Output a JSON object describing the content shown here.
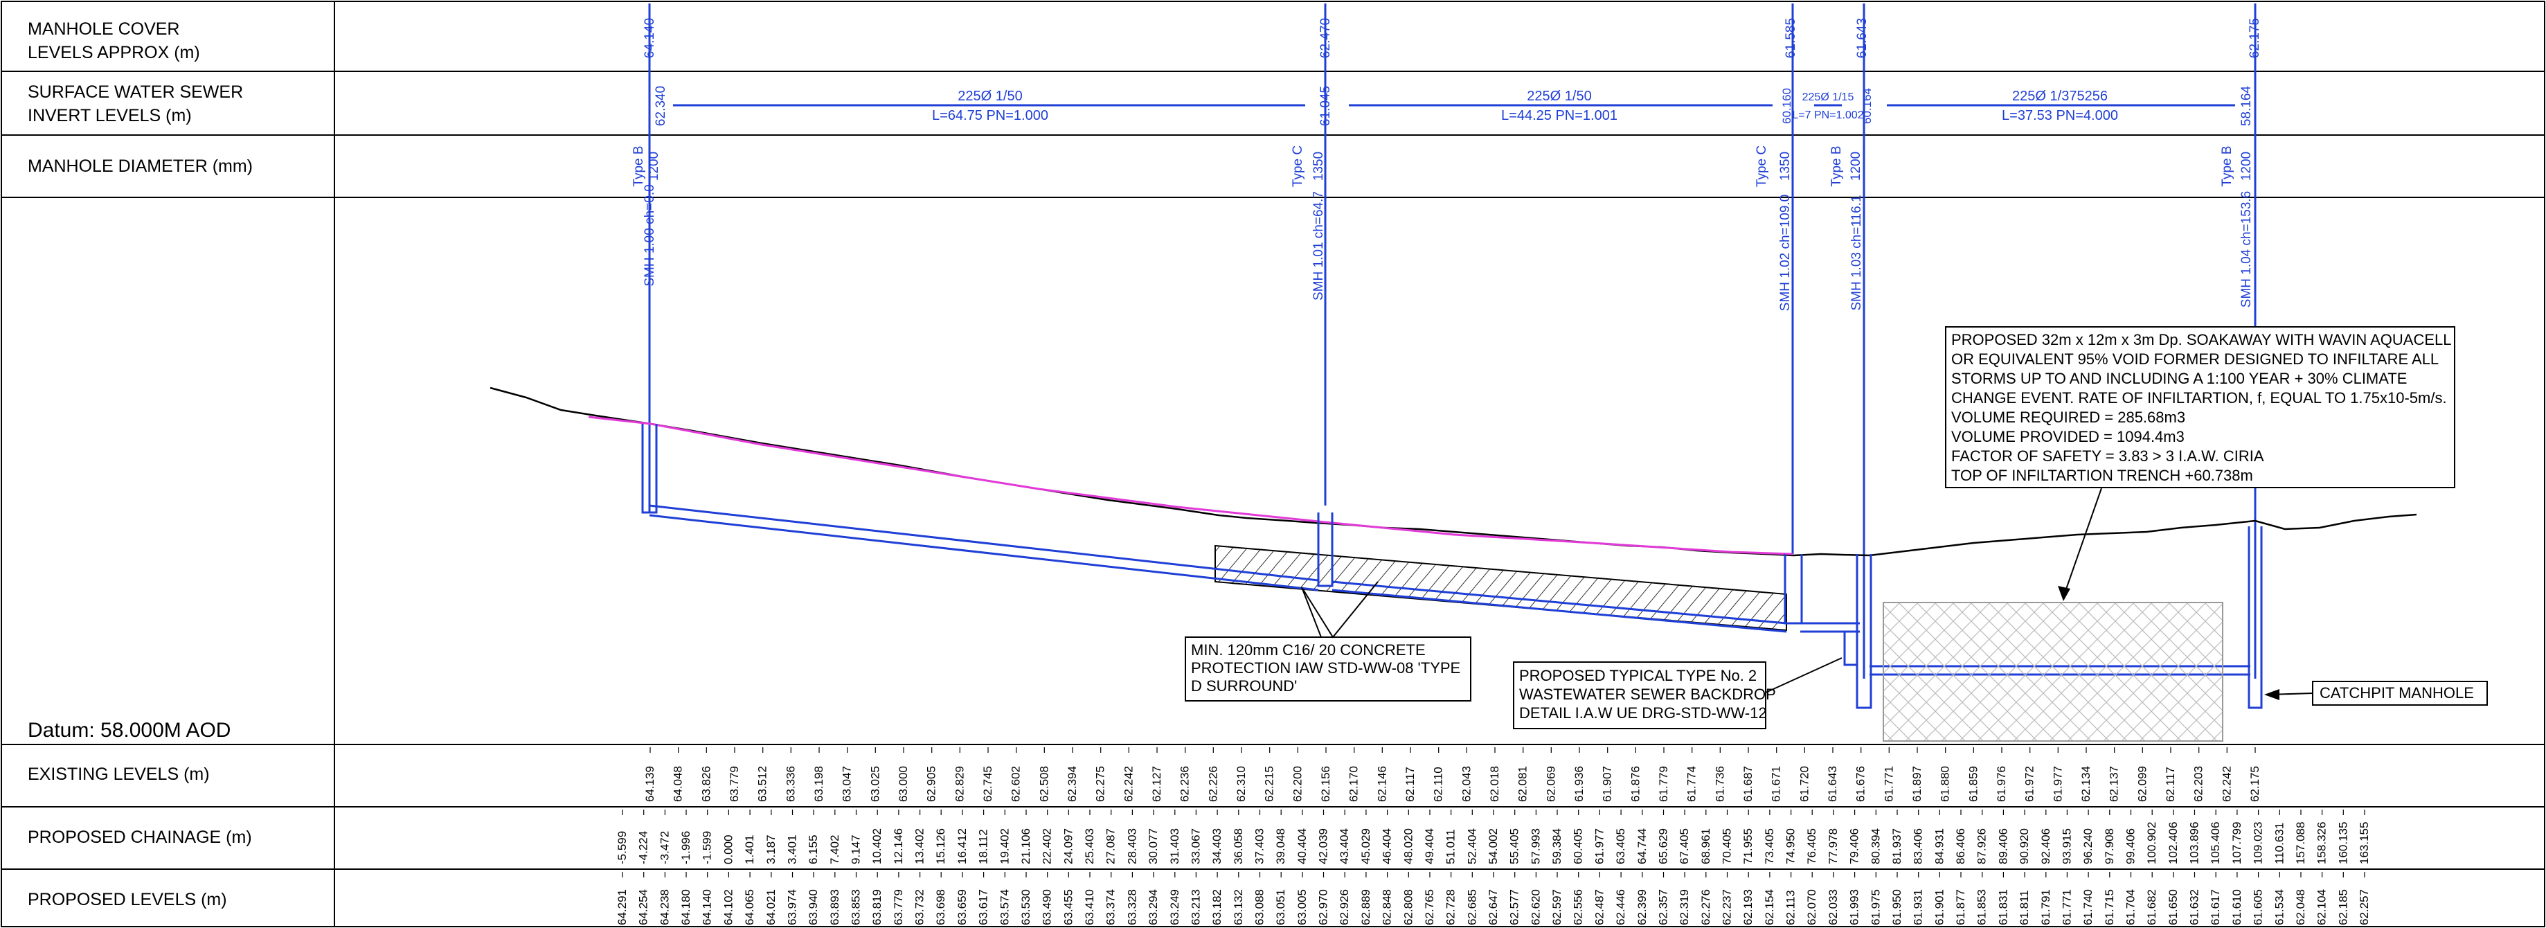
{
  "row_labels": {
    "cover_levels": [
      "MANHOLE COVER",
      "LEVELS APPROX (m)"
    ],
    "invert_levels": [
      "SURFACE WATER SEWER",
      "INVERT LEVELS (m)"
    ],
    "diameter": "MANHOLE DIAMETER (mm)",
    "existing": "EXISTING LEVELS (m)",
    "chainage": "PROPOSED CHAINAGE (m)",
    "proposed": "PROPOSED LEVELS (m)"
  },
  "datum": "Datum: 58.000M AOD",
  "manholes": [
    {
      "cover": "64.140",
      "invert": "62.340",
      "type": "Type B",
      "dia": "1200",
      "id": "SMH 1.00 ch=0.0"
    },
    {
      "cover": "62.470",
      "invert": "61.045",
      "type": "Type C",
      "dia": "1350",
      "id": "SMH 1.01 ch=64.7"
    },
    {
      "cover": "61.585",
      "invert": "60.160",
      "type": "Type C",
      "dia": "1350",
      "id": "SMH 1.02 ch=109.0"
    },
    {
      "cover": "61.643",
      "invert": "60.164",
      "type": "Type B",
      "dia": "1200",
      "id": "SMH 1.03 ch=116.1"
    },
    {
      "cover": "62.175",
      "invert": "58.164",
      "type": "Type B",
      "dia": "1200",
      "id": "SMH 1.04 ch=153.6"
    }
  ],
  "pipes": [
    {
      "spec": "225Ø 1/50",
      "detail": "L=64.75 PN=1.000"
    },
    {
      "spec": "225Ø 1/50",
      "detail": "L=44.25 PN=1.001"
    },
    {
      "spec": "225Ø 1/15",
      "detail": "L=7 PN=1.002"
    },
    {
      "spec": "225Ø 1/375256",
      "detail": "L=37.53 PN=4.000"
    }
  ],
  "notes": {
    "soakaway": [
      "PROPOSED 32m x 12m x 3m Dp. SOAKAWAY WITH WAVIN AQUACELL",
      "OR EQUIVALENT 95% VOID FORMER DESIGNED TO INFILTARE ALL",
      "STORMS UP TO AND INCLUDING A 1:100 YEAR + 30% CLIMATE",
      "CHANGE EVENT. RATE OF INFILTARTION, f, EQUAL TO 1.75x10-5m/s.",
      "VOLUME REQUIRED = 285.68m3",
      "VOLUME PROVIDED = 1094.4m3",
      "FACTOR OF SAFETY = 3.83 > 3 I.A.W. CIRIA",
      "TOP OF INFILTARTION TRENCH +60.738m"
    ],
    "concrete": [
      "MIN. 120mm C16/ 20 CONCRETE",
      "PROTECTION IAW STD-WW-08 'TYPE",
      "D SURROUND'"
    ],
    "backdrop": [
      "PROPOSED TYPICAL TYPE No. 2",
      "WASTEWATER SEWER BACKDROP",
      "DETAIL I.A.W UE DRG-STD-WW-12"
    ],
    "catchpit": "CATCHPIT MANHOLE"
  },
  "existing_levels": [
    "64.139",
    "64.048",
    "63.826",
    "63.779",
    "63.512",
    "63.336",
    "63.198",
    "63.047",
    "63.025",
    "63.000",
    "62.905",
    "62.829",
    "62.745",
    "62.602",
    "62.508",
    "62.394",
    "62.275",
    "62.242",
    "62.127",
    "62.236",
    "62.226",
    "62.310",
    "62.215",
    "62.200",
    "62.156",
    "62.170",
    "62.146",
    "62.117",
    "62.110",
    "62.043",
    "62.018",
    "62.081",
    "62.069",
    "61.936",
    "61.907",
    "61.876",
    "61.779",
    "61.774",
    "61.736",
    "61.687",
    "61.671",
    "61.720",
    "61.643",
    "61.676",
    "61.771",
    "61.897",
    "61.880",
    "61.859",
    "61.976",
    "61.972",
    "61.977",
    "62.134",
    "62.137",
    "62.099",
    "62.117",
    "62.203",
    "62.242",
    "62.175"
  ],
  "chainage": [
    "-5.599",
    "-4.224",
    "-3.472",
    "-1.996",
    "-1.599",
    "0.000",
    "1.401",
    "3.187",
    "3.401",
    "6.155",
    "7.402",
    "9.147",
    "10.402",
    "12.146",
    "13.402",
    "15.126",
    "16.412",
    "18.112",
    "19.402",
    "21.106",
    "22.402",
    "24.097",
    "25.403",
    "27.087",
    "28.403",
    "30.077",
    "31.403",
    "33.067",
    "34.403",
    "36.058",
    "37.403",
    "39.048",
    "40.404",
    "42.039",
    "43.404",
    "45.029",
    "46.404",
    "48.020",
    "49.404",
    "51.011",
    "52.404",
    "54.002",
    "55.405",
    "57.993",
    "59.384",
    "60.405",
    "61.977",
    "63.405",
    "64.744",
    "65.629",
    "67.405",
    "68.961",
    "70.405",
    "71.955",
    "73.405",
    "74.950",
    "76.405",
    "77.978",
    "79.406",
    "80.394",
    "81.937",
    "83.406",
    "84.931",
    "86.406",
    "87.926",
    "89.406",
    "90.920",
    "92.406",
    "93.915",
    "96.240",
    "97.908",
    "99.406",
    "100.902",
    "102.406",
    "103.896",
    "105.406",
    "107.799",
    "109.023",
    "110.631",
    "157.088",
    "158.326",
    "160.135",
    "163.155"
  ],
  "proposed_levels": [
    "64.291",
    "64.254",
    "64.238",
    "64.180",
    "64.140",
    "64.102",
    "64.065",
    "64.021",
    "63.974",
    "63.940",
    "63.893",
    "63.853",
    "63.819",
    "63.779",
    "63.732",
    "63.698",
    "63.659",
    "63.617",
    "63.574",
    "63.530",
    "63.490",
    "63.455",
    "63.410",
    "63.374",
    "63.328",
    "63.294",
    "63.249",
    "63.213",
    "63.182",
    "63.132",
    "63.088",
    "63.051",
    "63.005",
    "62.970",
    "62.926",
    "62.889",
    "62.848",
    "62.808",
    "62.765",
    "62.728",
    "62.685",
    "62.647",
    "62.577",
    "62.620",
    "62.597",
    "62.556",
    "62.487",
    "62.446",
    "62.399",
    "62.357",
    "62.319",
    "62.276",
    "62.237",
    "62.193",
    "62.154",
    "62.113",
    "62.070",
    "62.033",
    "61.993",
    "61.975",
    "61.950",
    "61.931",
    "61.901",
    "61.877",
    "61.853",
    "61.831",
    "61.811",
    "61.791",
    "61.771",
    "61.740",
    "61.715",
    "61.704",
    "61.682",
    "61.650",
    "61.632",
    "61.617",
    "61.610",
    "61.605",
    "61.534",
    "62.048",
    "62.104",
    "62.185",
    "62.257"
  ]
}
